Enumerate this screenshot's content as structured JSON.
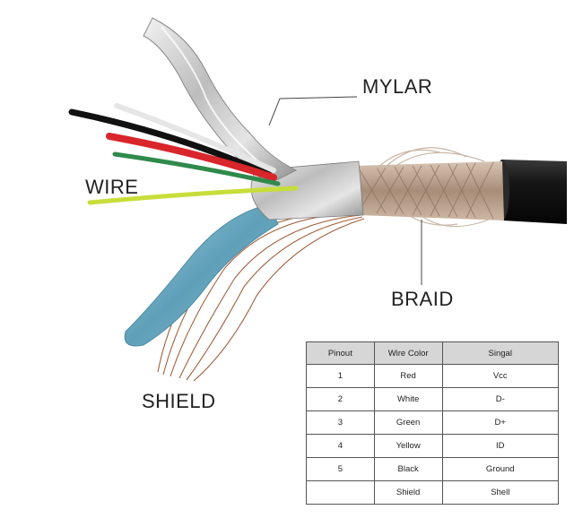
{
  "labels": {
    "mylar": "MYLAR",
    "wire": "WIRE",
    "braid": "BRAID",
    "shield": "SHIELD"
  },
  "table": {
    "headers": [
      "Pinout",
      "Wire Color",
      "Singal"
    ],
    "rows": [
      [
        "1",
        "Red",
        "Vcc"
      ],
      [
        "2",
        "White",
        "D-"
      ],
      [
        "3",
        "Green",
        "D+"
      ],
      [
        "4",
        "Yellow",
        "ID"
      ],
      [
        "5",
        "Black",
        "Ground"
      ],
      [
        "",
        "Shield",
        "Shell"
      ]
    ]
  },
  "colors": {
    "wire_black": "#111111",
    "wire_red": "#d8262b",
    "wire_white": "#e6e6e6",
    "wire_green": "#2f8a4c",
    "wire_yellow": "#c7de3a",
    "foil": "#c9c9c9",
    "braid": "#b69a84",
    "shield_foil": "#6fa8c0",
    "jacket": "#161616",
    "header_bg": "#d6d6d6"
  }
}
